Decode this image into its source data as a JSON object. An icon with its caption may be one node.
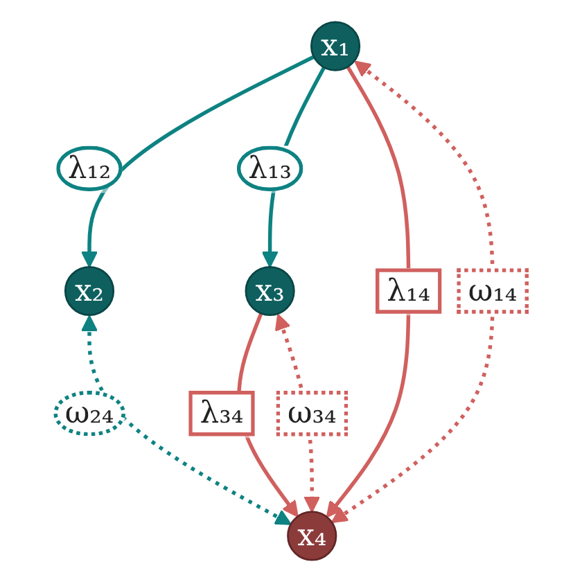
{
  "diagram": {
    "nodes": [
      {
        "text": [
          "x₁"
        ]
      },
      {
        "text": [
          "x₂"
        ]
      },
      {
        "text": [
          "x₃"
        ]
      },
      {
        "text": [
          "x₄"
        ]
      }
    ],
    "edges": [
      {
        "from": 0,
        "to": 1,
        "arrow": "to",
        "label": "λ₁₂",
        "color": "#0e8282"
      },
      {
        "from": 0,
        "to": 2,
        "arrow": "to",
        "label": "λ₁₃",
        "color": "#0e8282"
      },
      {
        "from": 0,
        "to": 3,
        "arrow": "to",
        "label": "λ₁₄"
      },
      {
        "from": 2,
        "to": 3,
        "arrow": "to",
        "label": "λ₃₄"
      },
      {
        "from": 0,
        "to": 3,
        "arrow": "both",
        "label": "ω₁₄",
        "style": "dashed"
      },
      {
        "from": 1,
        "to": 3,
        "arrow": "both",
        "label": "ω₂₄",
        "style": "dashed",
        "color": "#0e8282"
      },
      {
        "from": 2,
        "to": 3,
        "arrow": "both",
        "label": "ω₃₄",
        "style": "dashed"
      }
    ]
  }
}
